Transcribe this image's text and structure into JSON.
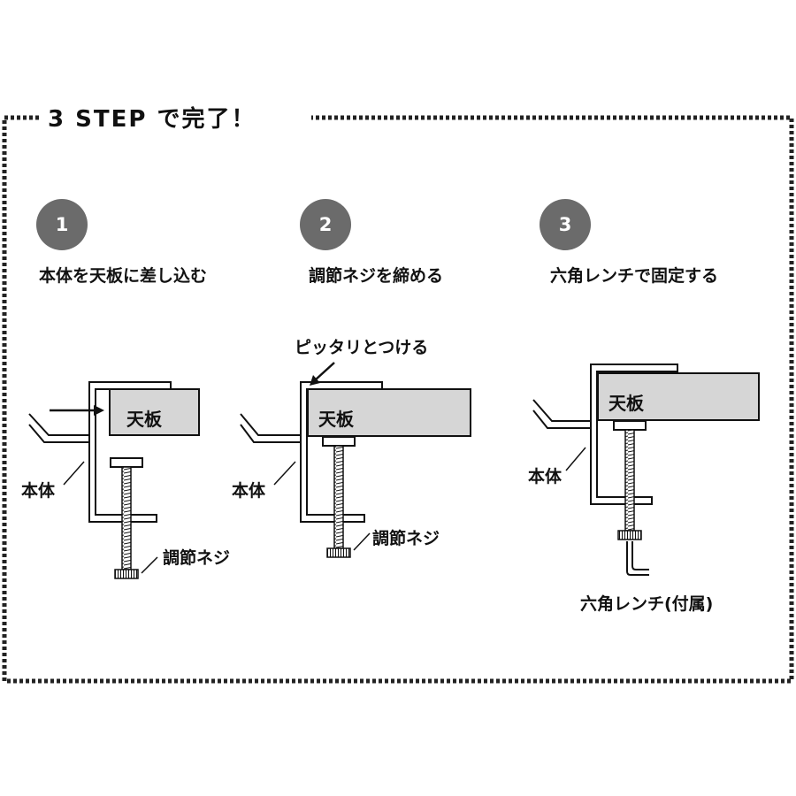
{
  "title": "3 STEP で完了！",
  "steps": [
    {
      "number": "1",
      "label": "本体を天板に差し込む",
      "board": "天板",
      "body_label": "本体",
      "screw_label": "調節ネジ"
    },
    {
      "number": "2",
      "label": "調節ネジを締める",
      "board": "天板",
      "body_label": "本体",
      "screw_label": "調節ネジ",
      "callout": "ピッタリとつける"
    },
    {
      "number": "3",
      "label": "六角レンチで固定する",
      "board": "天板",
      "body_label": "本体",
      "wrench_label": "六角レンチ(付属)"
    }
  ],
  "colors": {
    "badge": "#6b6b6b",
    "board": "#d6d6d6",
    "line": "#111111"
  }
}
